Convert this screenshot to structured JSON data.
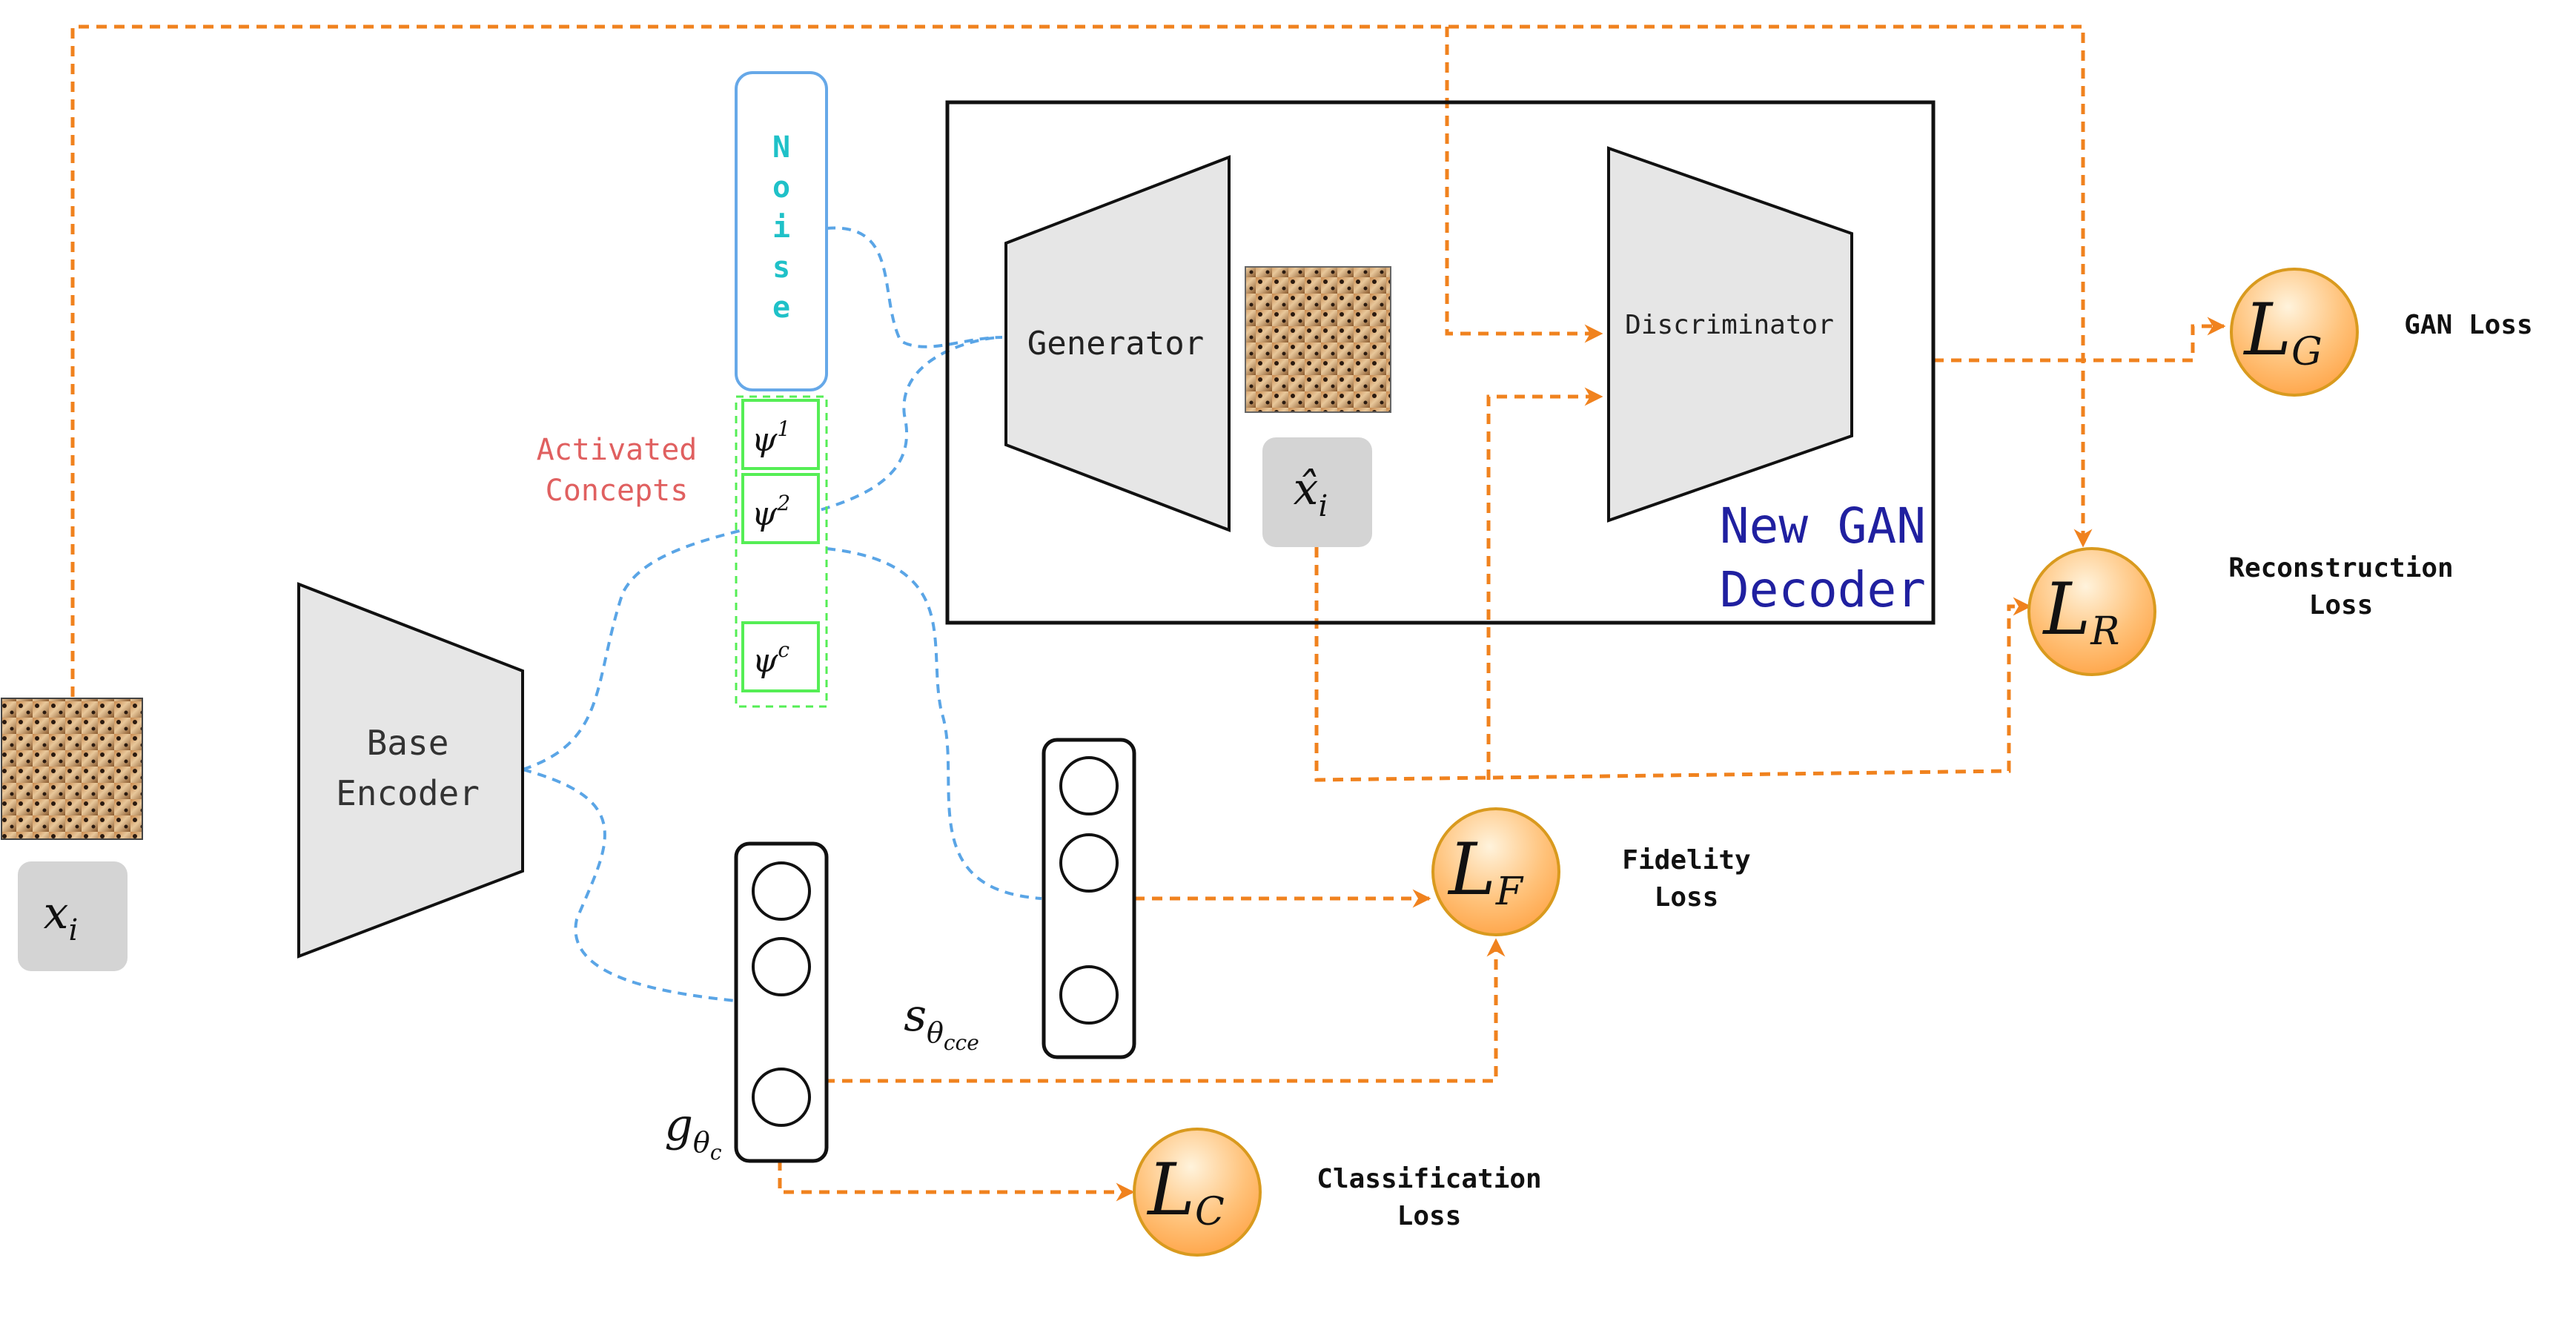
{
  "nodes": {
    "input_label": "x",
    "input_label_sub": "i",
    "encoder_label_line1": "Base",
    "encoder_label_line2": "Encoder",
    "noise_label": "Noise",
    "activated_concepts_line1": "Activated",
    "activated_concepts_line2": "Concepts",
    "concept_1": "ψ",
    "concept_1_sup": "1",
    "concept_2": "ψ",
    "concept_2_sup": "2",
    "concept_c": "ψ",
    "concept_c_sup": "c",
    "generator_label": "Generator",
    "discriminator_label": "Discriminator",
    "recon_label": "x̂",
    "recon_label_sub": "i",
    "gan_decoder_line1": "New GAN",
    "gan_decoder_line2": "Decoder",
    "g_label": "g",
    "g_label_sub": "θ",
    "g_label_subsub": "c",
    "s_label": "s",
    "s_label_sub": "θ",
    "s_label_subsub": "cce"
  },
  "losses": {
    "gan": {
      "symbol": "L",
      "sub": "G",
      "label_line1": "GAN Loss",
      "label_line2": ""
    },
    "reconstruction": {
      "symbol": "L",
      "sub": "R",
      "label_line1": "Reconstruction",
      "label_line2": "Loss"
    },
    "fidelity": {
      "symbol": "L",
      "sub": "F",
      "label_line1": "Fidelity",
      "label_line2": "Loss"
    },
    "classification": {
      "symbol": "L",
      "sub": "C",
      "label_line1": "Classification",
      "label_line2": "Loss"
    }
  },
  "colors": {
    "orange_arrow": "#f0821e",
    "blue_curve": "#5aa5e6",
    "noise_border": "#66a8e8",
    "noise_text": "#1fc1c8",
    "concept_green": "#55ee55",
    "concept_text_red": "#e06060",
    "decoder_text_blue": "#2020a0",
    "trapezoid_fill": "#e6e6e6",
    "loss_fill_top": "#ffe3b8",
    "loss_fill_bottom": "#ffa850",
    "loss_border": "#d99a1e",
    "label_box_grey": "#d4d4d4"
  },
  "icons": {
    "input_image": "cheetah-image",
    "reconstructed_image": "cheetah-image"
  }
}
